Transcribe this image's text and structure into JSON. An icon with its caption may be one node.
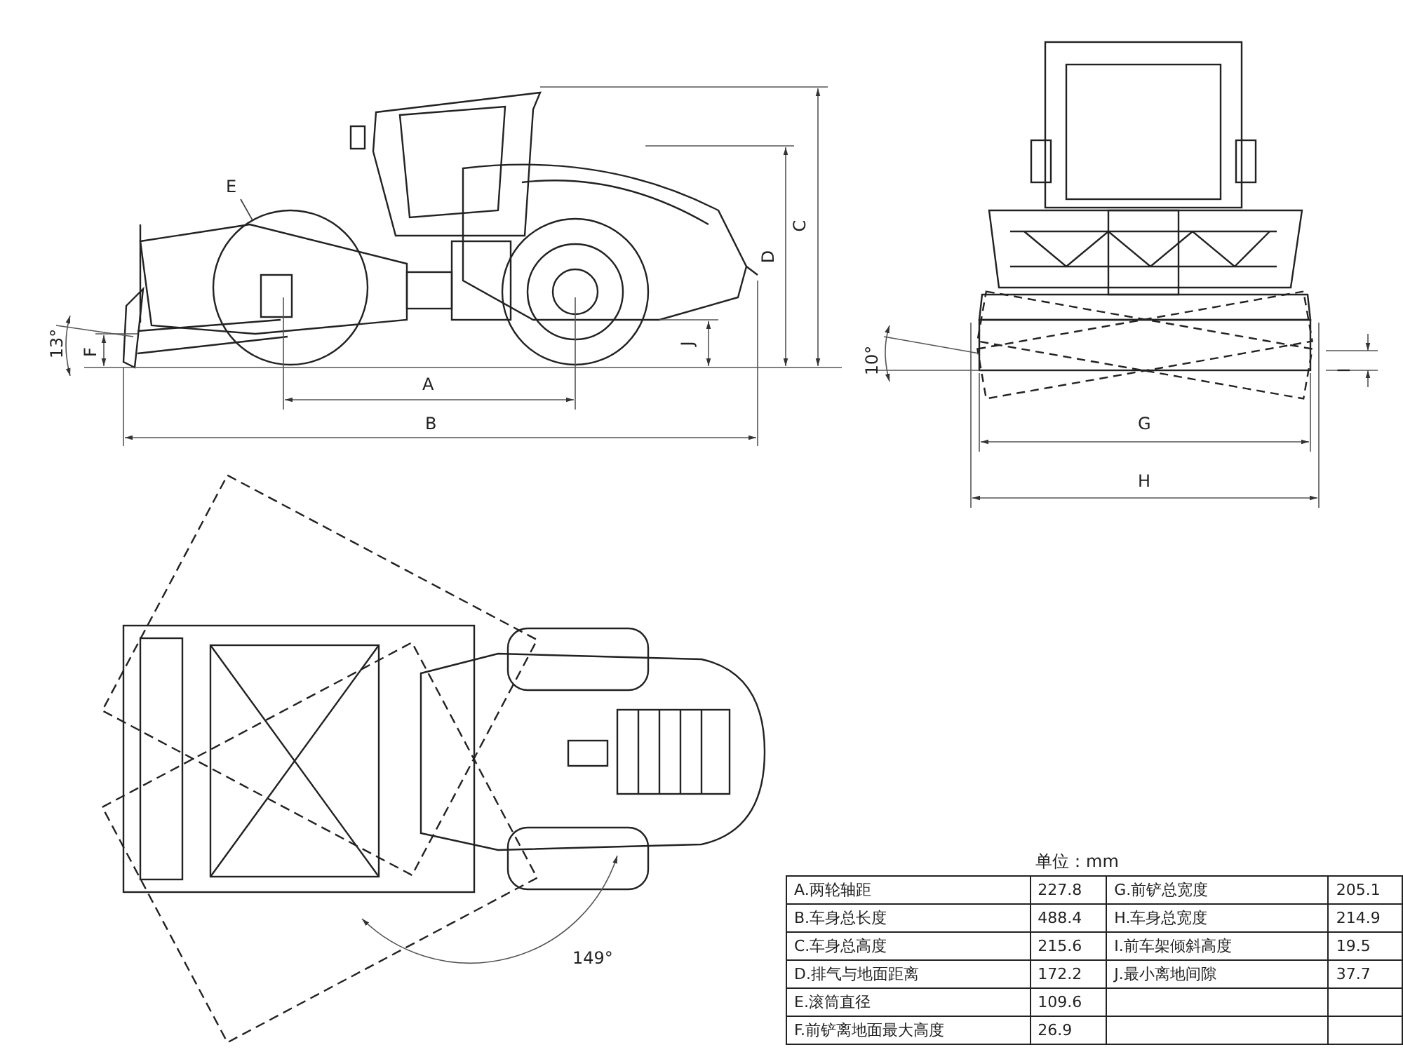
{
  "diagram": {
    "nodes": [
      {
        "text": [
          "E"
        ]
      },
      {
        "text": [],
        "shape": "circle"
      }
    ],
    "edges": [
      {
        "from": 0,
        "to": 1,
        "arrow": "none"
      }
    ],
    "labels": [
      "13°",
      "F",
      "A",
      "B",
      "C",
      "D",
      "J",
      "10°",
      "I",
      "G",
      "H",
      "149°",
      "单位：mm",
      "A.两轮轴距",
      "227.8",
      "G.前铲总宽度",
      "205.1",
      "B.车身总长度",
      "488.4",
      "H.车身总宽度",
      "214.9",
      "C.车身总高度",
      "215.6",
      "I.前车架倾斜高度",
      "19.5",
      "D.排气与地面距离",
      "172.2",
      "J.最小离地间隙",
      "37.7",
      "E.滚筒直径",
      "109.6",
      "F.前铲离地面最大高度",
      "26.9"
    ]
  }
}
